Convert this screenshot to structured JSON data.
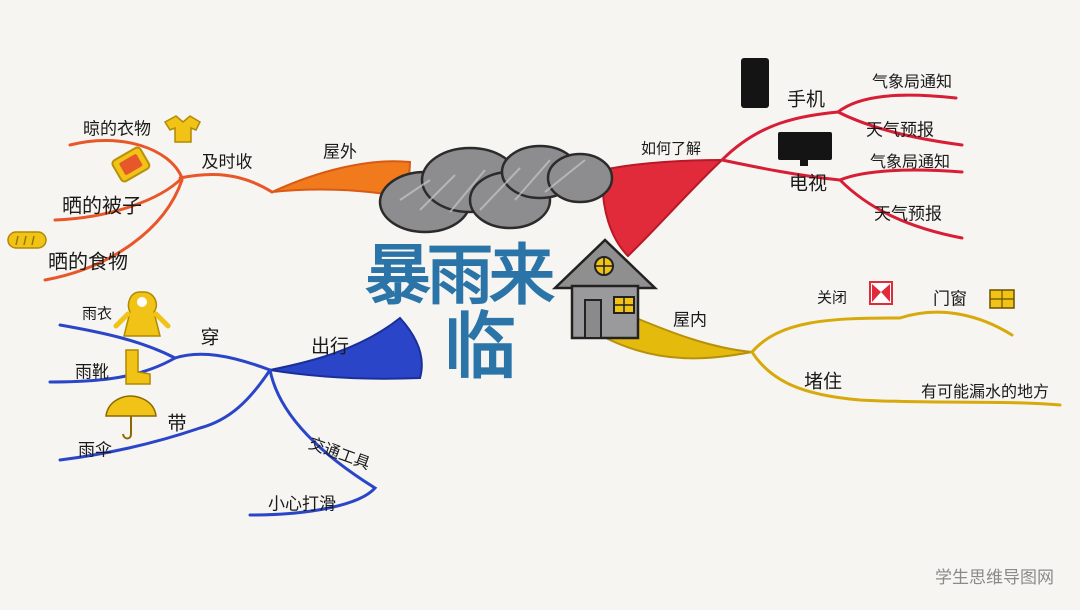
{
  "title": {
    "line1": "暴雨来",
    "line2": "临"
  },
  "watermark": "学生思维导图网",
  "colors": {
    "red": "#e22b3a",
    "orange": "#f07a1c",
    "blue": "#2a45c8",
    "yellow": "#e4bb0c",
    "title": "#2a74a8"
  },
  "branches": {
    "outdoor": {
      "label": "屋外",
      "sub": "及时收",
      "items": [
        "晾的衣物",
        "晒的被子",
        "晒的食物"
      ]
    },
    "how_to_know": {
      "label": "如何了解",
      "phone": {
        "label": "手机",
        "items": [
          "气象局通知",
          "天气预报"
        ]
      },
      "tv": {
        "label": "电视",
        "items": [
          "气象局通知",
          "天气预报"
        ]
      }
    },
    "indoor": {
      "label": "屋内",
      "close": {
        "label": "关闭",
        "item": "门窗"
      },
      "block": {
        "label": "堵住",
        "item": "有可能漏水的地方"
      }
    },
    "travel": {
      "label": "出行",
      "wear": {
        "label": "穿",
        "items": [
          "雨衣",
          "雨靴"
        ]
      },
      "bring": {
        "label": "带",
        "items": [
          "雨伞"
        ]
      },
      "transport": {
        "label": "交通工具",
        "item": "小心打滑"
      }
    }
  },
  "icons": [
    "cloud-icon",
    "house-icon",
    "phone-icon",
    "tv-icon",
    "tshirt-icon",
    "quilt-icon",
    "bread-icon",
    "raincoat-icon",
    "boot-icon",
    "umbrella-icon",
    "door-icon",
    "window-icon"
  ]
}
